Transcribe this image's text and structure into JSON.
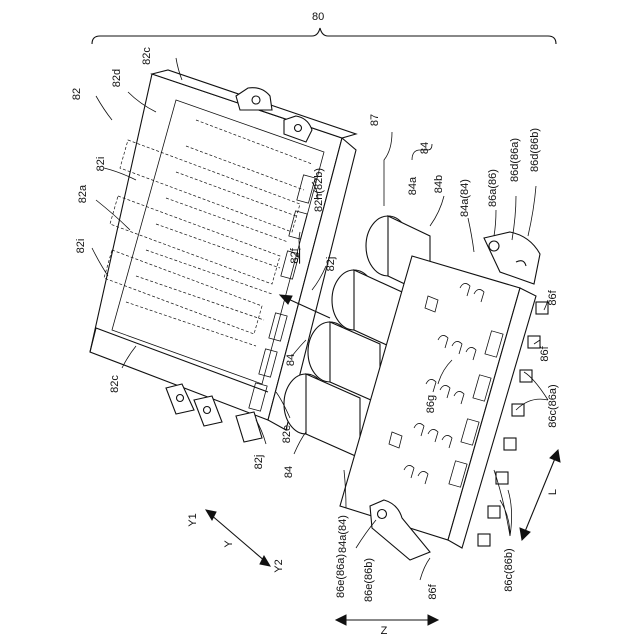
{
  "labels": {
    "l80": "80",
    "l82": "82",
    "l82c_top": "82c",
    "l82d": "82d",
    "l82i_top": "82i",
    "l82a": "82a",
    "l82i_left": "82i",
    "l82c_bottom": "82c",
    "l82h": "82h(82b)",
    "l82f": "82f",
    "l82j_mid": "82j",
    "l82e": "82e",
    "l82j_bottom": "82j",
    "l84_left_mid": "84",
    "l84_left_low": "84",
    "l84a84_bottom": "84a(84)",
    "l87": "87",
    "l84a_top": "84a",
    "l84_brace": "84",
    "l84b": "84b",
    "l84a84_right": "84a(84)",
    "l86a86": "86a(86)",
    "l86d86a": "86d(86a)",
    "l86d86b": "86d(86b)",
    "l86f_1": "86f",
    "l86f_2": "86f",
    "l86g": "86g",
    "l86c86a": "86c(86a)",
    "l86c86b": "86c(86b)",
    "l86e86a": "86e(86a)",
    "l86e86b": "86e(86b)",
    "l86f_bottom": "86f",
    "axis_y1": "Y1",
    "axis_y": "Y",
    "axis_y2": "Y2",
    "axis_l": "L",
    "axis_z": "Z"
  }
}
